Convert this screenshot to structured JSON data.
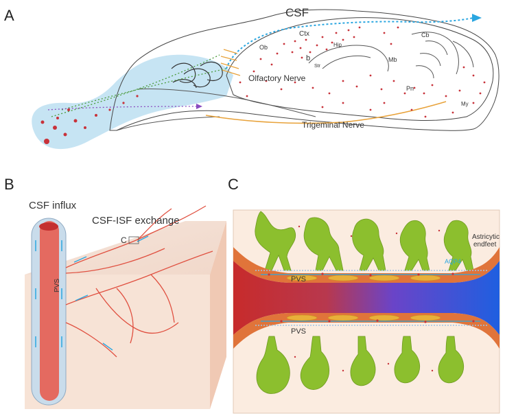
{
  "panel_a": {
    "letter": "A",
    "csf": "CSF",
    "olfactory_nerve": "Olfactory Nerve",
    "trigeminal_nerve": "Trigeminal Nerve",
    "regions": {
      "ob": "Ob",
      "ctx": "Ctx",
      "hip": "Hip",
      "str": "Str",
      "cb": "Cb",
      "mb": "Mb",
      "pn": "Pn",
      "my": "My",
      "b": "b"
    }
  },
  "panel_b": {
    "letter": "B",
    "csf_influx": "CSF influx",
    "csf_isf_exchange": "CSF-ISF exchange",
    "c_marker": "C",
    "pvs": "PVS"
  },
  "panel_c": {
    "letter": "C",
    "astrocytic_endfeet": [
      "Astricytic",
      "endfeet"
    ],
    "aqp4": "AQP4",
    "pvs_top": "PVS",
    "pvs_bottom": "PVS"
  },
  "colors": {
    "csf_blue": "#2aa6e0",
    "dot_red": "#c8323a",
    "nerve_orange": "#e8a23a",
    "astrocyte_green": "#8cbf2e",
    "vessel_red": "#d9433b",
    "vessel_blue": "#2f63d8"
  }
}
